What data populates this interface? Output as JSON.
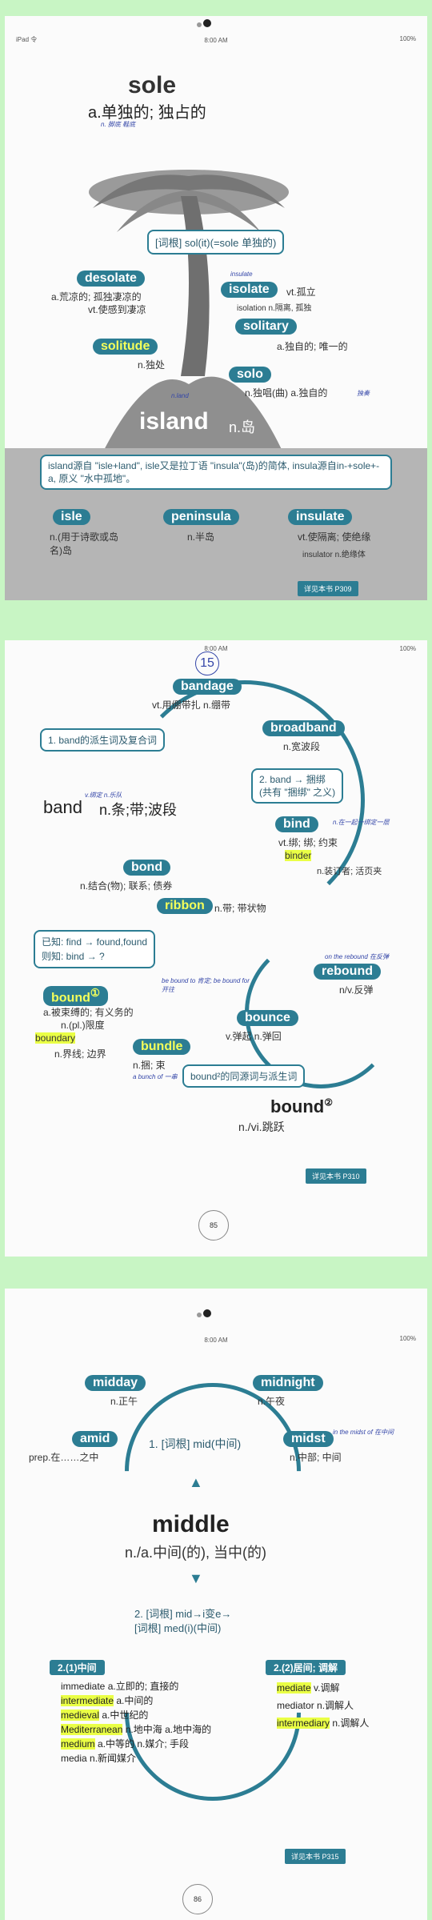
{
  "status": {
    "left": "iPad 令",
    "time": "8:00 AM",
    "battery": "100%"
  },
  "page1": {
    "headword": "sole",
    "headword_gloss": "a.单独的; 独占的",
    "head_note": "n. 脚底 鞋底",
    "root_box": "[词根] sol(it)(=sole 单独的)",
    "desolate": {
      "word": "desolate",
      "gloss": "a.荒凉的; 孤独凄凉的",
      "gloss2": "vt.使感到凄凉"
    },
    "isolate": {
      "word": "isolate",
      "gloss": "vt.孤立",
      "sub": "isolation n.隔离, 孤独",
      "note": "insulate"
    },
    "solitary": {
      "word": "solitary",
      "gloss": "a.独自的; 唯一的"
    },
    "solitude": {
      "word": "solitude",
      "gloss": "n.独处"
    },
    "solo": {
      "word": "solo",
      "gloss": "n.独唱(曲) a.独自的",
      "note": "独奏"
    },
    "island": {
      "word": "island",
      "gloss": "n.岛",
      "note": "n.land"
    },
    "island_box": "island源自 \"isle+land\", isle又是拉丁语 \"insula\"(岛)的简体, insula源自in-+sole+-a, 原义 \"水中孤地\"。",
    "isle": {
      "word": "isle",
      "gloss": "n.(用于诗歌或岛名)岛"
    },
    "peninsula": {
      "word": "peninsula",
      "gloss": "n.半岛"
    },
    "insulate": {
      "word": "insulate",
      "gloss": "vt.使隔离; 使绝缘",
      "sub": "insulator n.绝缘体"
    },
    "ref": "详见本书 P309"
  },
  "page2": {
    "time": "8:00 AM",
    "circle_note": "15",
    "bandage": {
      "word": "bandage",
      "gloss": "vt.用绷带扎 n.绷带"
    },
    "broadband": {
      "word": "broadband",
      "gloss": "n.宽波段"
    },
    "box1": "1. band的派生词及复合词",
    "box2_l1": "2. band → 捆绑",
    "box2_l2": "(共有 \"捆绑\" 之义)",
    "band": {
      "word": "band",
      "gloss": "n.条;带;波段",
      "note": "v.绑定 n.乐队"
    },
    "bind": {
      "word": "bind",
      "gloss": "vt.绑; 绑; 约束",
      "sub": "binder",
      "sub_gloss": "n.装订者; 活页夹",
      "note": "n.在一起一绑定一层"
    },
    "bond": {
      "word": "bond",
      "gloss": "n.结合(物); 联系; 债券"
    },
    "ribbon": {
      "word": "ribbon",
      "gloss": "n.带; 带状物"
    },
    "box3_l1": "已知: find → found,found",
    "box3_l2": "则知: bind → ?",
    "rebound": {
      "word": "rebound",
      "gloss": "n/v.反弹",
      "note": "on the rebound 在反弹"
    },
    "bound": {
      "word": "bound",
      "sup": "①",
      "gloss": "a.被束缚的; 有义务的",
      "gloss2": "n.(pl.)限度",
      "note": "be bound to 肯定; be bound for 开往"
    },
    "boundary": {
      "word": "boundary",
      "gloss": "n.界线; 边界"
    },
    "bounce": {
      "word": "bounce",
      "gloss": "v.弹起 n.弹回"
    },
    "bundle": {
      "word": "bundle",
      "gloss": "n.捆; 束",
      "note": "a bunch of 一串"
    },
    "box4": "bound²的同源词与派生词",
    "bound2": {
      "word": "bound",
      "sup": "②",
      "gloss": "n./vi.跳跃"
    },
    "ref": "详见本书 P310",
    "page_number": "85"
  },
  "page3": {
    "time": "8:00 AM",
    "midday": {
      "word": "midday",
      "gloss": "n.正午"
    },
    "midnight": {
      "word": "midnight",
      "gloss": "n.午夜"
    },
    "amid": {
      "word": "amid",
      "gloss": "prep.在……之中"
    },
    "midst": {
      "word": "midst",
      "gloss": "n.中部; 中间",
      "note": "in the midst of 在中间"
    },
    "root1": "1. [词根] mid(中间)",
    "headword": "middle",
    "headword_gloss": "n./a.中间(的), 当中(的)",
    "root2_l1": "2. [词根] mid→i变e→",
    "root2_l2": "[词根] med(i)(中间)",
    "left_tag": "2.(1)中间",
    "right_tag": "2.(2)居间; 调解",
    "left_words": [
      {
        "word": "immediate",
        "gloss": "a.立即的; 直接的"
      },
      {
        "word": "intermediate",
        "gloss": "a.中间的"
      },
      {
        "word": "medieval",
        "gloss": "a.中世纪的"
      },
      {
        "word": "Mediterranean",
        "gloss": "n.地中海 a.地中海的"
      },
      {
        "word": "medium",
        "gloss": "a.中等的 n.媒介; 手段"
      },
      {
        "word": "media",
        "gloss": "n.新闻媒介"
      }
    ],
    "right_words": [
      {
        "word": "mediate",
        "gloss": "v.调解"
      },
      {
        "word": "mediator",
        "gloss": "n.调解人"
      },
      {
        "word": "intermediary",
        "gloss": "n.调解人"
      }
    ],
    "ref": "详见本书 P315",
    "page_number": "86"
  },
  "colors": {
    "teal": "#2c7d93",
    "highlight": "#eaff45",
    "background": "#c8f5c4"
  }
}
